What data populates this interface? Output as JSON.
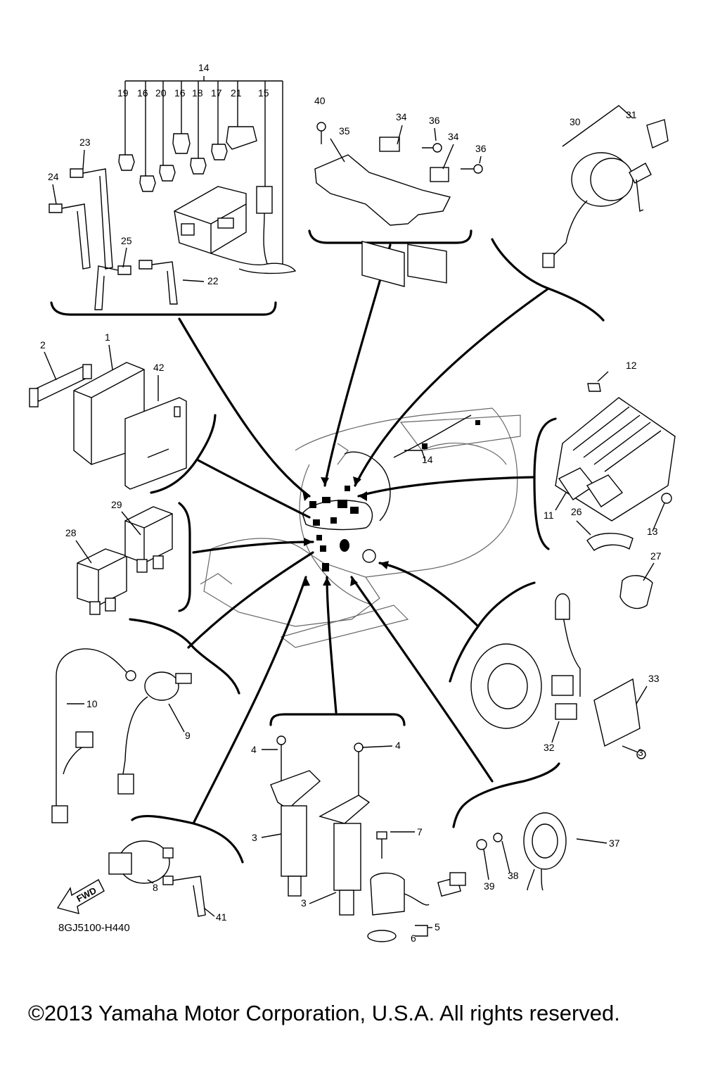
{
  "diagram": {
    "drawing_code": "8GJ5100-H440",
    "copyright": "©2013 Yamaha Motor Corporation, U.S.A. All rights reserved.",
    "fwd_label": "FWD",
    "part_labels": {
      "p1": "1",
      "p2": "2",
      "p3a": "3",
      "p3b": "3",
      "p3c": "3",
      "p4a": "4",
      "p4b": "4",
      "p5": "5",
      "p6": "6",
      "p7": "7",
      "p8": "8",
      "p9": "9",
      "p10": "10",
      "p11": "11",
      "p12": "12",
      "p13": "13",
      "p14a": "14",
      "p14b": "14",
      "p15": "15",
      "p16a": "16",
      "p16b": "16",
      "p17": "17",
      "p18": "18",
      "p19": "19",
      "p20": "20",
      "p21": "21",
      "p22": "22",
      "p23": "23",
      "p24": "24",
      "p25": "25",
      "p26": "26",
      "p27": "27",
      "p28": "28",
      "p29": "29",
      "p30": "30",
      "p31": "31",
      "p32": "32",
      "p33": "33",
      "p34a": "34",
      "p34b": "34",
      "p35": "35",
      "p36a": "36",
      "p36b": "36",
      "p37": "37",
      "p38": "38",
      "p39": "39",
      "p40": "40",
      "p41": "41",
      "p42": "42"
    }
  }
}
